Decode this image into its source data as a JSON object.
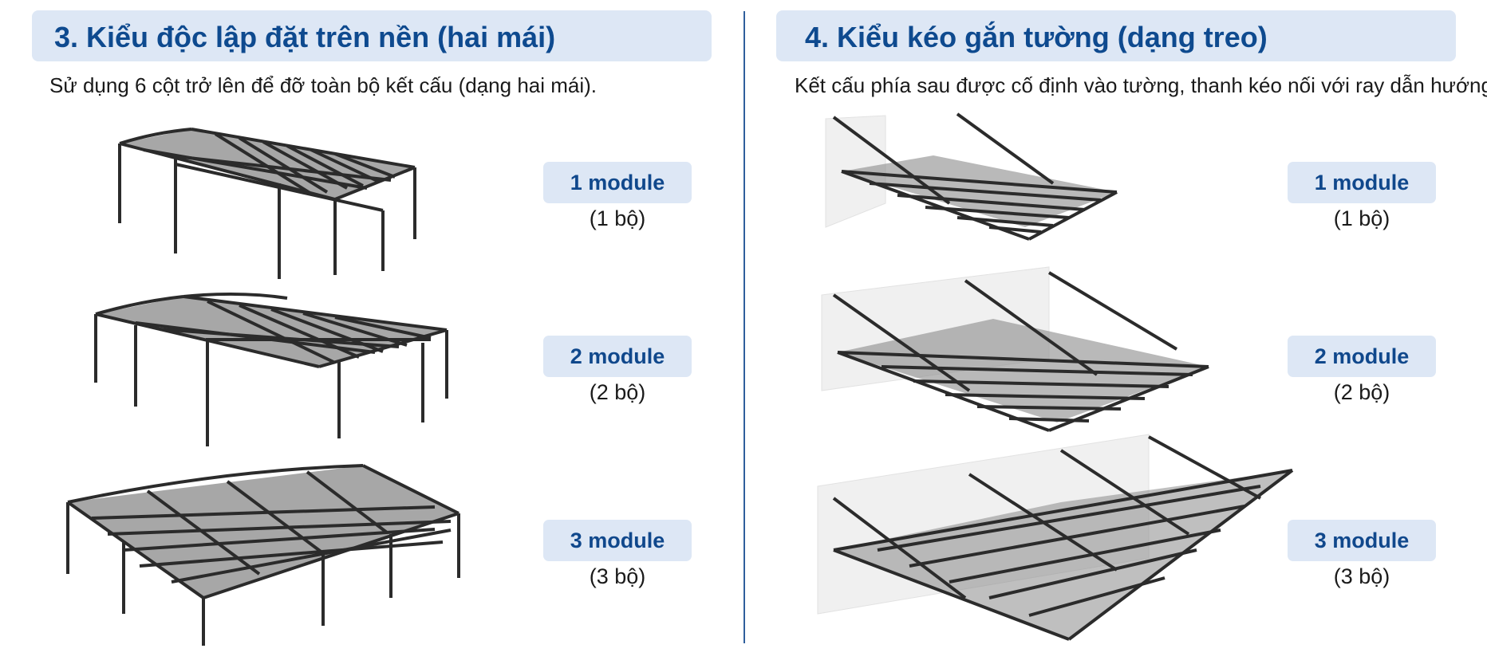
{
  "left": {
    "title": "3. Kiểu độc lập đặt trên nền (hai mái)",
    "description": "Sử dụng 6 cột trở lên để đỡ toàn bộ kết cấu (dạng hai mái).",
    "illustration": "freestanding-pergola-frame",
    "items": [
      {
        "label": "1 module",
        "count": "(1 bộ)"
      },
      {
        "label": "2 module",
        "count": "(2 bộ)"
      },
      {
        "label": "3 module",
        "count": "(3 bộ)"
      }
    ]
  },
  "right": {
    "title": "4. Kiểu kéo gắn tường (dạng treo)",
    "description": "Kết cấu phía sau được cố định vào tường, thanh kéo nối với ray dẫn hướng.",
    "illustration": "wall-mounted-awning-frame",
    "items": [
      {
        "label": "1 module",
        "count": "(1 bộ)"
      },
      {
        "label": "2 module",
        "count": "(2 bộ)"
      },
      {
        "label": "3 module",
        "count": "(3 bộ)"
      }
    ]
  },
  "colors": {
    "accent": "#0e4a8f",
    "header_bg": "#dde7f5",
    "divider": "#2f5f9c",
    "frame": "#2b2b2b",
    "canopy": "#8a8a8a"
  }
}
